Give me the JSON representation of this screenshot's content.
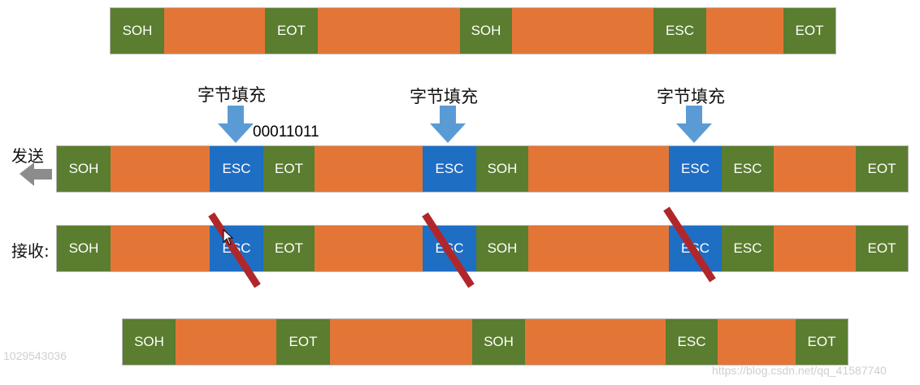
{
  "rows": [
    {
      "id": "original-frame",
      "segments": [
        {
          "kind": "soh",
          "label": "SOH"
        },
        {
          "kind": "data",
          "label": ""
        },
        {
          "kind": "eot",
          "label": "EOT"
        },
        {
          "kind": "data",
          "label": ""
        },
        {
          "kind": "soh",
          "label": "SOH"
        },
        {
          "kind": "data",
          "label": ""
        },
        {
          "kind": "esc",
          "label": "ESC"
        },
        {
          "kind": "data",
          "label": ""
        },
        {
          "kind": "eot",
          "label": "EOT"
        }
      ]
    },
    {
      "id": "send-frame",
      "segments": [
        {
          "kind": "soh",
          "label": "SOH"
        },
        {
          "kind": "data",
          "label": ""
        },
        {
          "kind": "stuffed-esc",
          "label": "ESC"
        },
        {
          "kind": "eot",
          "label": "EOT"
        },
        {
          "kind": "data",
          "label": ""
        },
        {
          "kind": "stuffed-esc",
          "label": "ESC"
        },
        {
          "kind": "soh",
          "label": "SOH"
        },
        {
          "kind": "data",
          "label": ""
        },
        {
          "kind": "stuffed-esc",
          "label": "ESC"
        },
        {
          "kind": "esc",
          "label": "ESC"
        },
        {
          "kind": "data",
          "label": ""
        },
        {
          "kind": "eot",
          "label": "EOT"
        }
      ]
    },
    {
      "id": "receive-frame",
      "segments": [
        {
          "kind": "soh",
          "label": "SOH"
        },
        {
          "kind": "data",
          "label": ""
        },
        {
          "kind": "stuffed-esc",
          "label": "ESC"
        },
        {
          "kind": "eot",
          "label": "EOT"
        },
        {
          "kind": "data",
          "label": ""
        },
        {
          "kind": "stuffed-esc",
          "label": "ESC"
        },
        {
          "kind": "soh",
          "label": "SOH"
        },
        {
          "kind": "data",
          "label": ""
        },
        {
          "kind": "stuffed-esc",
          "label": "ESC"
        },
        {
          "kind": "esc",
          "label": "ESC"
        },
        {
          "kind": "data",
          "label": ""
        },
        {
          "kind": "eot",
          "label": "EOT"
        }
      ]
    },
    {
      "id": "recovered-frame",
      "segments": [
        {
          "kind": "soh",
          "label": "SOH"
        },
        {
          "kind": "data",
          "label": ""
        },
        {
          "kind": "eot",
          "label": "EOT"
        },
        {
          "kind": "data",
          "label": ""
        },
        {
          "kind": "soh",
          "label": "SOH"
        },
        {
          "kind": "data",
          "label": ""
        },
        {
          "kind": "esc",
          "label": "ESC"
        },
        {
          "kind": "data",
          "label": ""
        },
        {
          "kind": "eot",
          "label": "EOT"
        }
      ]
    }
  ],
  "byte_stuffing_label": "字节填充",
  "esc_bits": "00011011",
  "send_label": "发送",
  "receive_label": "接收:",
  "watermark_left": "1029543036",
  "watermark_right": "https://blog.csdn.net/qq_41587740",
  "colors": {
    "control": "#5a7d2f",
    "data": "#e37637",
    "stuffed_esc": "#1e6ec4",
    "arrow": "#5b9bd5",
    "strike": "#b0272b"
  }
}
